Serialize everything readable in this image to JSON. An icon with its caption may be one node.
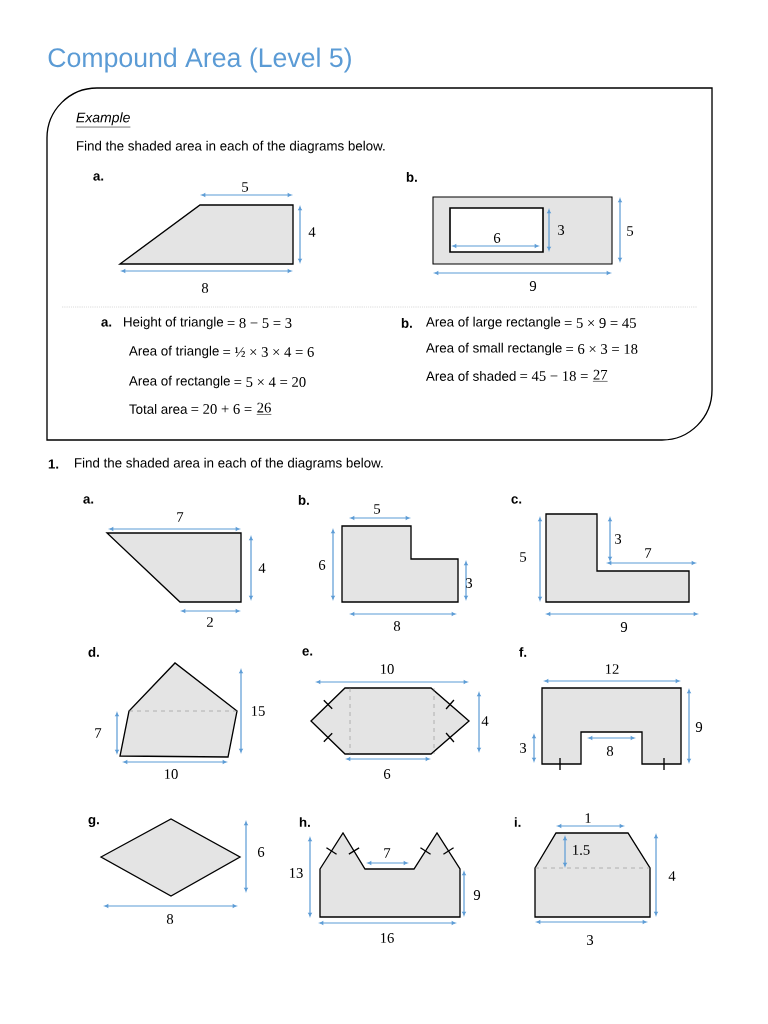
{
  "diagram": {
    "title": "Compound Area (Level 5)",
    "labels": [
      "Example",
      "Find the shaded area in each of the diagrams below.",
      "a.",
      "5",
      "b.",
      "4",
      "3",
      "5",
      "6",
      "8",
      "9",
      "a.",
      "Height of triangle",
      "= 8 − 5 = 3",
      "b.",
      "Area of large rectangle",
      "= 5 × 9 =  45",
      "Area of triangle",
      "= ½ × 3 × 4 = 6",
      "Area of small rectangle",
      "= 6 × 3 = 18",
      "Area of shaded",
      "= 45 − 18 =",
      "27",
      "Area of rectangle",
      "= 5 × 4 = 20",
      "Total area",
      "= 20 + 6 =",
      "26",
      "1.",
      "Find the shaded area in each of the diagrams below.",
      "a.",
      "b.",
      "c.",
      "5",
      "7",
      "3",
      "4",
      "6",
      "5",
      "7",
      "3",
      "2",
      "8",
      "9",
      "d.",
      "e.",
      "f.",
      "10",
      "12",
      "15",
      "4",
      "9",
      "7",
      "3",
      "8",
      "10",
      "6",
      "g.",
      "h.",
      "i.",
      "1",
      "6",
      "7",
      "1.5",
      "13",
      "4",
      "9",
      "8",
      "16",
      "3"
    ]
  }
}
